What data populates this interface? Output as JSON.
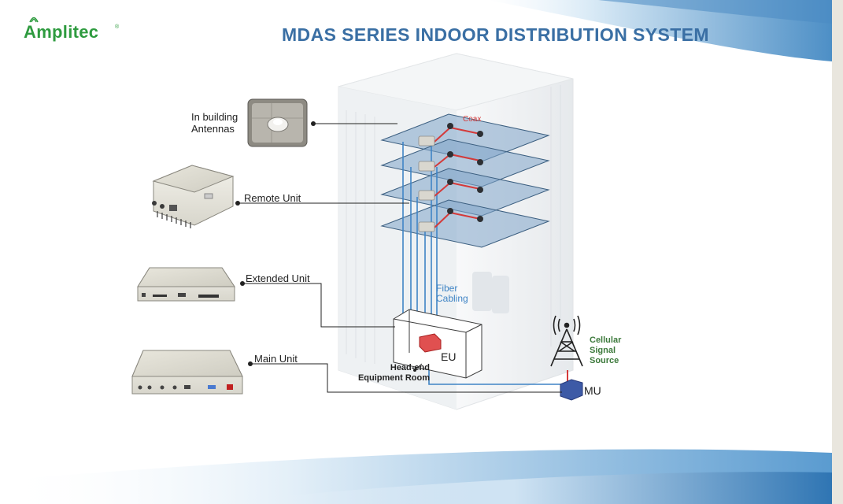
{
  "brand": {
    "name": "Amplitec",
    "registered": "®"
  },
  "title": "MDAS SERIES INDOOR DISTRIBUTION SYSTEM",
  "labels": {
    "antennas": "In building\nAntennas",
    "remote_unit": "Remote Unit",
    "extended_unit": "Extended Unit",
    "main_unit": "Main Unit",
    "coax": "Coax",
    "fiber": "Fiber\nCabling",
    "head_end": "Head-end\nEquipment Room",
    "eu": "EU",
    "mu": "MU",
    "cellular": "Cellular\nSignal\nSource"
  },
  "colors": {
    "brand_green": "#2e9b3f",
    "title_blue": "#3a6fa4",
    "fiber_blue": "#3f84c5",
    "coax_red": "#d43a3a",
    "floor_blue": "#7fa4c8"
  }
}
